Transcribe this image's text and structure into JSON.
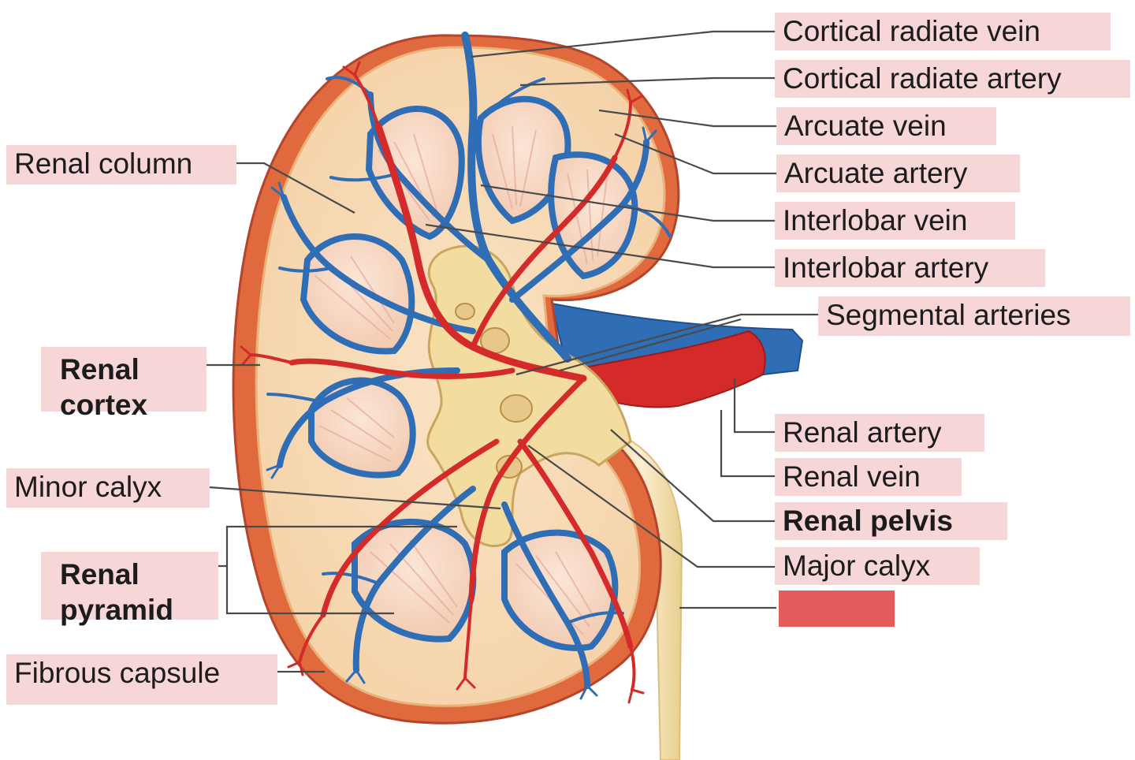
{
  "labels": {
    "cortical_radiate_vein": "Cortical radiate vein",
    "cortical_radiate_artery": "Cortical radiate artery",
    "arcuate_vein": "Arcuate vein",
    "arcuate_artery": "Arcuate artery",
    "interlobar_vein": "Interlobar vein",
    "interlobar_artery": "Interlobar artery",
    "segmental_arteries": "Segmental arteries",
    "renal_artery": "Renal artery",
    "renal_vein": "Renal vein",
    "renal_pelvis": "Renal pelvis",
    "major_calyx": "Major calyx",
    "ureter": "",
    "renal_column": "Renal column",
    "renal_cortex_1": "Renal",
    "renal_cortex_2": "cortex",
    "minor_calyx": "Minor calyx",
    "renal_pyramid_1": "Renal",
    "renal_pyramid_2": "pyramid",
    "fibrous_capsule": "Fibrous capsule"
  },
  "colors": {
    "label_bg": "#f6d6d6",
    "blank_label": "#e35b5b",
    "artery": "#d42a2a",
    "vein": "#2f6db5",
    "cortex": "#f7d9b4",
    "capsule": "#e06a3e",
    "pelvis": "#f3dca0",
    "pyramid": "#f4cdb6"
  }
}
